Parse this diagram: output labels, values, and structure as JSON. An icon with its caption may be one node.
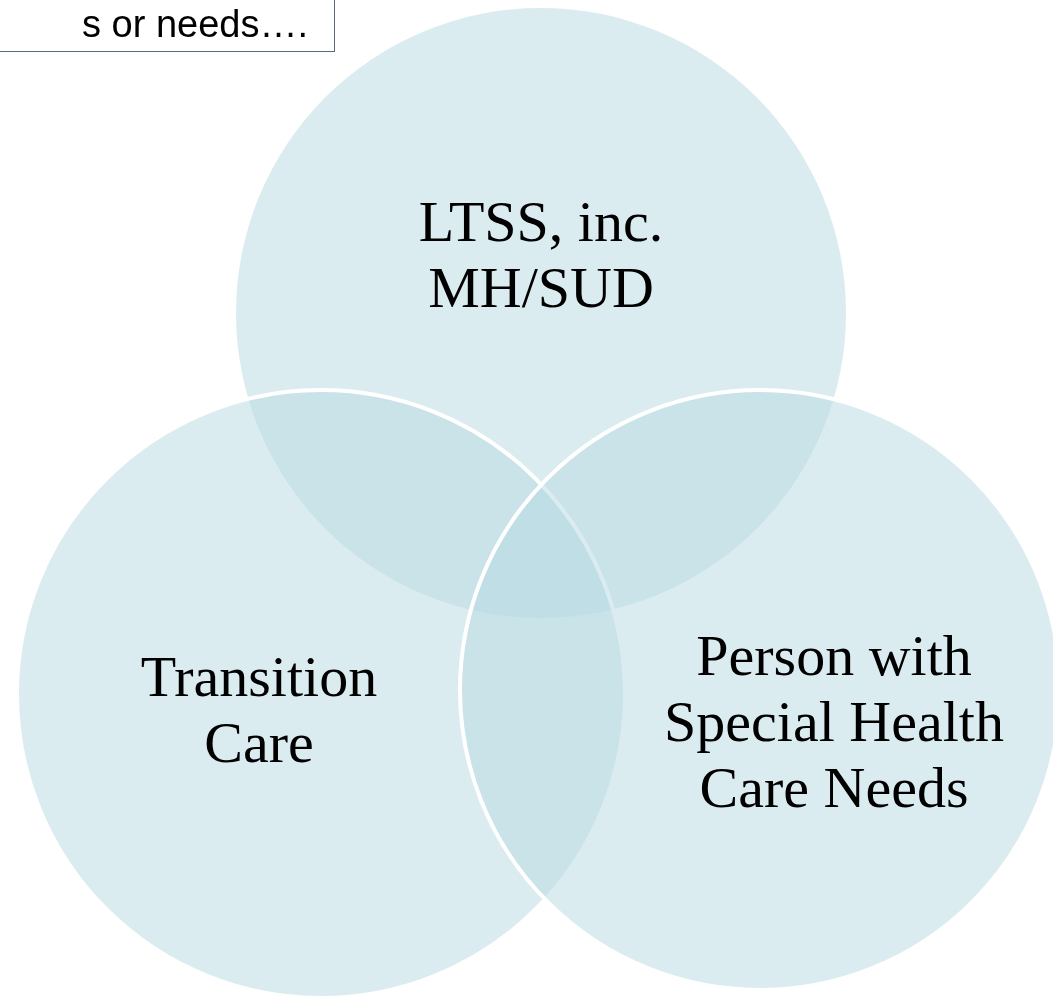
{
  "diagram": {
    "nodes": [
      {
        "text": [
          "s or needs…."
        ]
      },
      {
        "text": [
          "LTSS, inc. MH/SUD"
        ]
      },
      {
        "text": [
          "Transition Care"
        ]
      },
      {
        "text": [
          "Person with Special Health Care Needs"
        ]
      }
    ]
  }
}
